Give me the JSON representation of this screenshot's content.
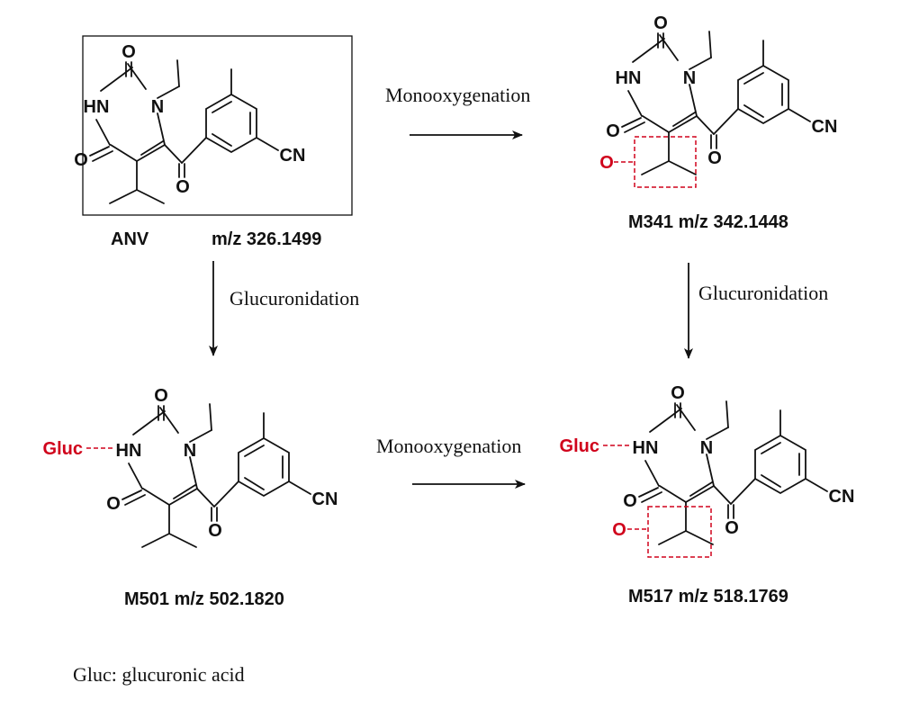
{
  "compounds": [
    {
      "name": "ANV",
      "mz": "m/z 326.1499",
      "ox": false,
      "gluc": false
    },
    {
      "name": "M341",
      "mz": "m/z 342.1448",
      "caption": "M341 m/z 342.1448",
      "ox": true,
      "gluc": false
    },
    {
      "name": "M501",
      "mz": "m/z 502.1820",
      "caption": "M501 m/z 502.1820",
      "ox": false,
      "gluc": true
    },
    {
      "name": "M517",
      "mz": "m/z 518.1769",
      "caption": "M517 m/z 518.1769",
      "ox": true,
      "gluc": true
    }
  ],
  "atoms": {
    "O": "O",
    "HN": "HN",
    "N": "N",
    "CN": "CN"
  },
  "modification_labels": {
    "oxygen": "O",
    "gluc": "Gluc"
  },
  "reactions": {
    "top": "Monooxygenation",
    "left": "Glucuronidation",
    "right": "Glucuronidation",
    "bottom": "Monooxygenation"
  },
  "footnote": "Gluc: glucuronic acid",
  "colors": {
    "ink": "#111111",
    "highlight": "#d0021b"
  }
}
